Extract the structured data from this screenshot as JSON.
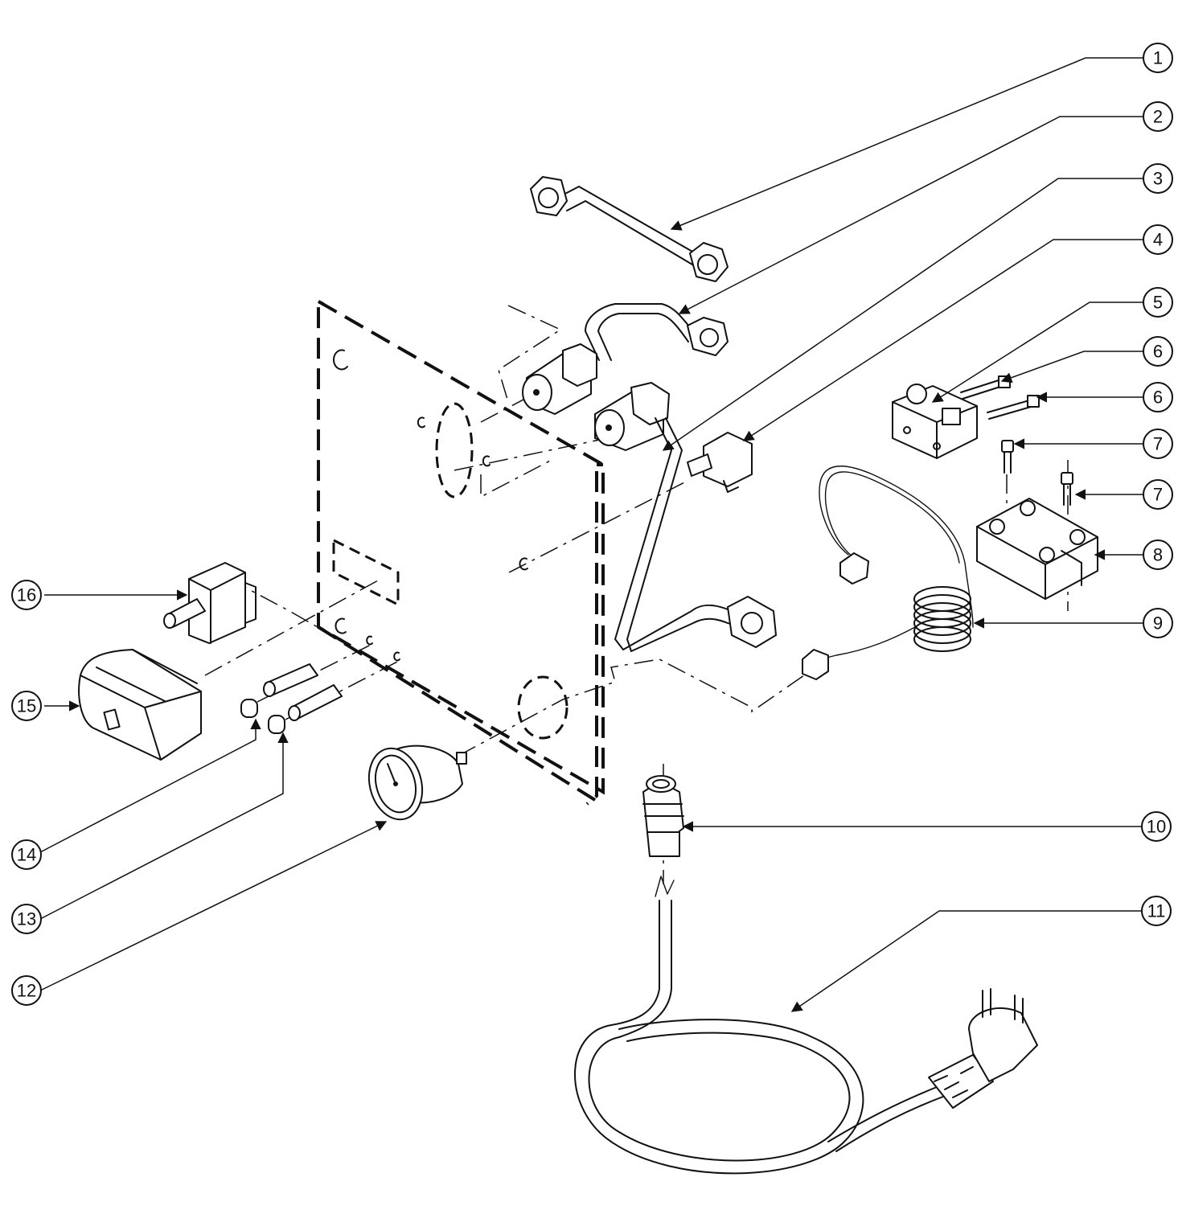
{
  "callouts": [
    {
      "id": "1",
      "label": "1"
    },
    {
      "id": "2",
      "label": "2"
    },
    {
      "id": "3",
      "label": "3"
    },
    {
      "id": "4",
      "label": "4"
    },
    {
      "id": "5",
      "label": "5"
    },
    {
      "id": "6a",
      "label": "6"
    },
    {
      "id": "6b",
      "label": "6"
    },
    {
      "id": "7a",
      "label": "7"
    },
    {
      "id": "7b",
      "label": "7"
    },
    {
      "id": "8",
      "label": "8"
    },
    {
      "id": "9",
      "label": "9"
    },
    {
      "id": "10",
      "label": "10"
    },
    {
      "id": "11",
      "label": "11"
    },
    {
      "id": "12",
      "label": "12"
    },
    {
      "id": "13",
      "label": "13"
    },
    {
      "id": "14",
      "label": "14"
    },
    {
      "id": "15",
      "label": "15"
    },
    {
      "id": "16",
      "label": "16"
    }
  ]
}
